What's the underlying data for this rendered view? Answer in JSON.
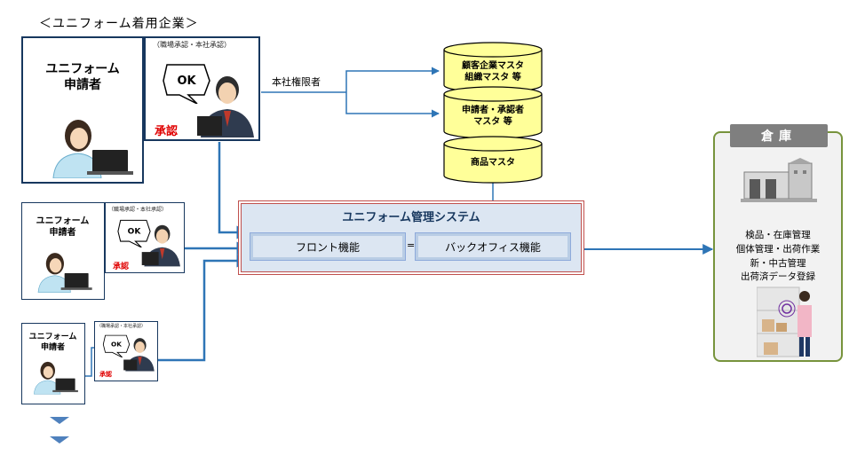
{
  "company_header": "＜ユニフォーム着用企業＞",
  "groups": [
    {
      "applicant": "ユニフォーム\n申請者",
      "approval_note": "（職場承認・本社承認）",
      "approve": "承認",
      "ok": "OK"
    },
    {
      "applicant": "ユニフォーム\n申請者",
      "approval_note": "（職場承認・本社承認）",
      "approve": "承認",
      "ok": "OK"
    },
    {
      "applicant": "ユニフォーム\n申請者",
      "approval_note": "（職場承認・本社承認）",
      "approve": "承認",
      "ok": "OK"
    }
  ],
  "hq_authority": "本社権限者",
  "databases": [
    {
      "label": "顧客企業マスタ\n組織マスタ 等"
    },
    {
      "label": "申請者・承認者\nマスタ 等"
    },
    {
      "label": "商品マスタ"
    }
  ],
  "system": {
    "title": "ユニフォーム管理システム",
    "front": "フロント機能",
    "back": "バックオフィス機能",
    "equals": "="
  },
  "warehouse": {
    "title": "倉庫",
    "functions": "検品・在庫管理\n個体管理・出荷作業\n新・中古管理\n出荷済データ登録"
  },
  "colors": {
    "arrow": "#2e75b6",
    "approve": "#e00000",
    "db_fill": "#ffff99",
    "border_navy": "#17375e",
    "warehouse_border": "#77933c",
    "system_border": "#c0504d"
  }
}
